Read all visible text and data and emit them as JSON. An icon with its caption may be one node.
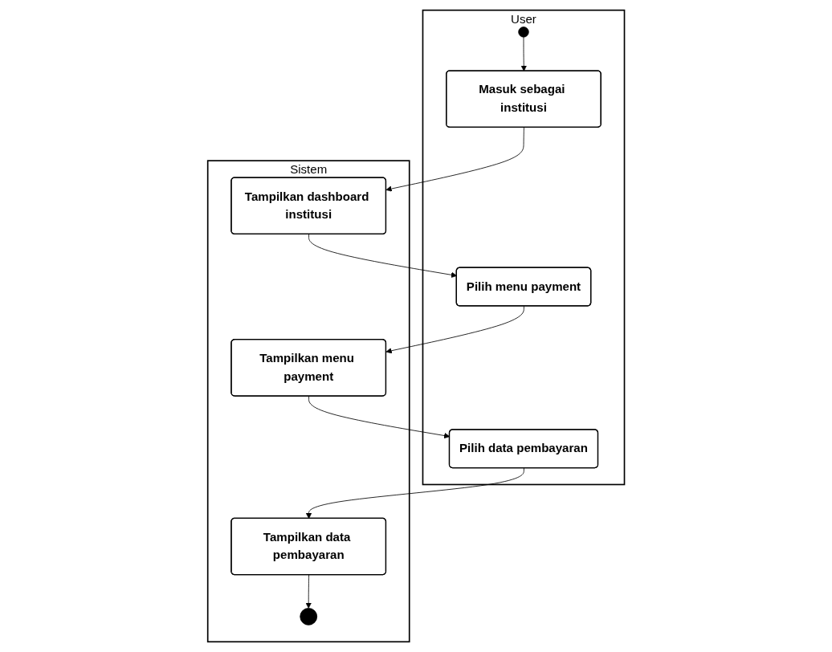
{
  "diagram": {
    "nodes": [
      {
        "text": [
          "User"
        ]
      },
      {
        "text": [],
        "shape": "circle",
        "in": 0
      },
      {
        "text": [
          "Masuk sebagai institusi"
        ],
        "in": 0
      },
      {
        "text": [
          "Pilih menu payment"
        ],
        "in": 0
      },
      {
        "text": [
          "Pilih data pembayaran"
        ],
        "in": 0
      },
      {
        "text": [
          "Sistem"
        ]
      },
      {
        "text": [
          "Tampilkan dashboard institusi"
        ],
        "in": 5
      },
      {
        "text": [
          "Tampilkan menu payment"
        ],
        "in": 5
      },
      {
        "text": [
          "Tampilkan data pembayaran"
        ],
        "in": 5
      },
      {
        "text": [],
        "shape": "bullseye",
        "in": 5
      }
    ],
    "edges": [
      {
        "from": 1,
        "to": 2,
        "arrow": "to"
      },
      {
        "from": 2,
        "to": 6,
        "arrow": "to"
      },
      {
        "from": 6,
        "to": 3,
        "arrow": "to"
      },
      {
        "from": 3,
        "to": 7,
        "arrow": "to"
      },
      {
        "from": 7,
        "to": 4,
        "arrow": "to"
      },
      {
        "from": 4,
        "to": 8,
        "arrow": "to"
      },
      {
        "from": 8,
        "to": 9,
        "arrow": "to"
      }
    ]
  }
}
